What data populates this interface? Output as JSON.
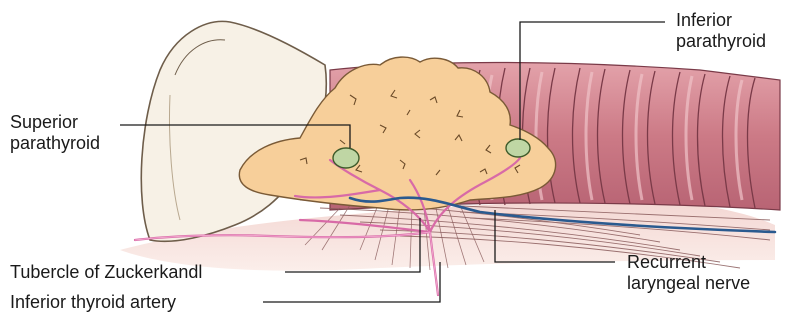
{
  "labels": {
    "inferior_parathyroid": [
      "Inferior",
      "parathyroid"
    ],
    "superior_parathyroid": [
      "Superior",
      "parathyroid"
    ],
    "tubercle": "Tubercle of Zuckerkandl",
    "inferior_thyroid_artery": "Inferior thyroid artery",
    "recurrent_laryngeal_nerve": [
      "Recurrent",
      "laryngeal nerve"
    ]
  },
  "colors": {
    "thyroid": "#f7cf9a",
    "trachea": "#cc7a86",
    "cartilage": "#f7f1e6",
    "muscle": "#e9b7b2",
    "artery": "#d86aa7",
    "nerve": "#2a5a8f",
    "parathyroid": "#bfd6a4"
  }
}
